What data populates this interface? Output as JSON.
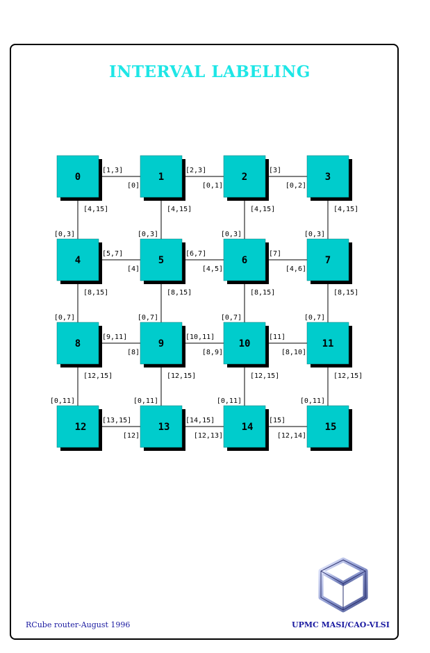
{
  "title": "INTERVAL LABELING",
  "nodes": [
    "0",
    "1",
    "2",
    "3",
    "4",
    "5",
    "6",
    "7",
    "8",
    "9",
    "10",
    "11",
    "12",
    "13",
    "14",
    "15"
  ],
  "h_edges": [
    [
      "[1,3]",
      "[0]"
    ],
    [
      "[2,3]",
      "[0,1]"
    ],
    [
      "[3]",
      "[0,2]"
    ],
    [
      "[5,7]",
      "[4]"
    ],
    [
      "[6,7]",
      "[4,5]"
    ],
    [
      "[7]",
      "[4,6]"
    ],
    [
      "[9,11]",
      "[8]"
    ],
    [
      "[10,11]",
      "[8,9]"
    ],
    [
      "[11]",
      "[8,10]"
    ],
    [
      "[13,15]",
      "[12]"
    ],
    [
      "[14,15]",
      "[12,13]"
    ],
    [
      "[15]",
      "[12,14]"
    ]
  ],
  "v_edges": [
    [
      "[4,15]",
      "[0,3]"
    ],
    [
      "[4,15]",
      "[0,3]"
    ],
    [
      "[4,15]",
      "[0,3]"
    ],
    [
      "[4,15]",
      "[0,3]"
    ],
    [
      "[8,15]",
      "[0,7]"
    ],
    [
      "[8,15]",
      "[0,7]"
    ],
    [
      "[8,15]",
      "[0,7]"
    ],
    [
      "[8,15]",
      "[0,7]"
    ],
    [
      "[12,15]",
      "[0,11]"
    ],
    [
      "[12,15]",
      "[0,11]"
    ],
    [
      "[12,15]",
      "[0,11]"
    ],
    [
      "[12,15]",
      "[0,11]"
    ]
  ],
  "footer": {
    "left": "RCube router-August 1996",
    "right": "UPMC MASI/CAO-VLSI"
  },
  "colors": {
    "node_fill": "#00cccc",
    "shadow": "#000000",
    "title": "#1ee6e6",
    "footer": "#1a1aa0"
  }
}
